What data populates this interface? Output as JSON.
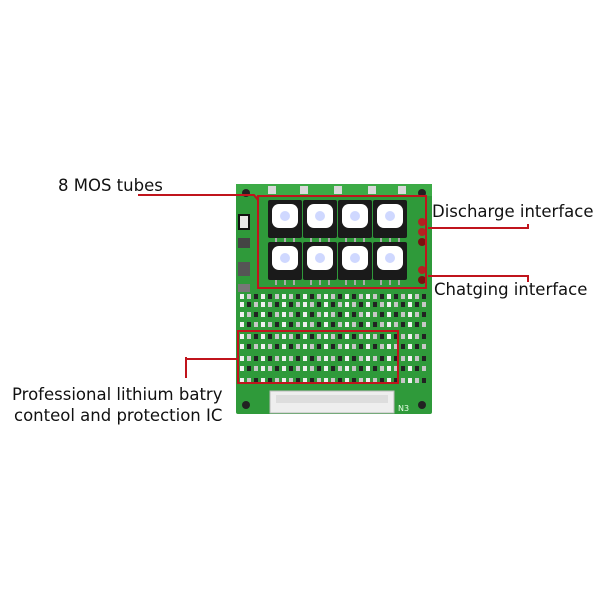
{
  "callouts": {
    "mos": "8 MOS tubes",
    "discharge": "Discharge interface",
    "charge": "Chatging interface",
    "ic_line1": "Professional lithium batry",
    "ic_line2": "conteol and protection IC"
  },
  "board_marking": "N3",
  "colors": {
    "pcb": "#2f9a3a",
    "pcb_dark": "#1f7a2a",
    "callout": "#c0141c",
    "mosfet": "#1a1a1a",
    "heat_pad": "#ffffff",
    "connector": "#eeeeee"
  }
}
